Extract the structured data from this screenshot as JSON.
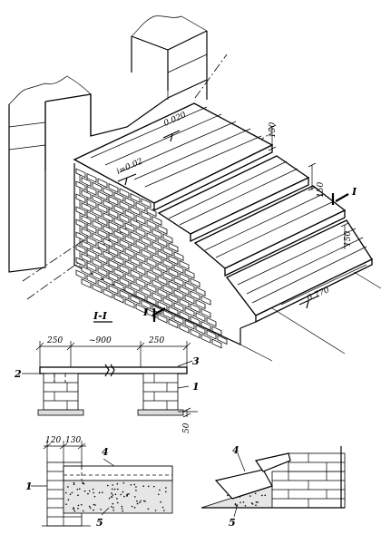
{
  "main_view": {
    "slope_top": "0.020",
    "slope_step": "i=0.02",
    "rise_1": "150",
    "rise_2": "150",
    "rise_3": "150",
    "section_mark": "I",
    "ground_level": "0.770"
  },
  "section": {
    "title": "I-I",
    "dim_left": "250",
    "dim_mid": "~900",
    "dim_right": "250",
    "label_2": "2",
    "label_3": "3",
    "label_1": "1",
    "dim_base": "50"
  },
  "detail_left": {
    "dim_a": "120",
    "dim_b": "130",
    "label_4": "4",
    "label_1": "1",
    "label_5": "5"
  },
  "detail_right": {
    "label_4": "4",
    "label_5": "5"
  }
}
